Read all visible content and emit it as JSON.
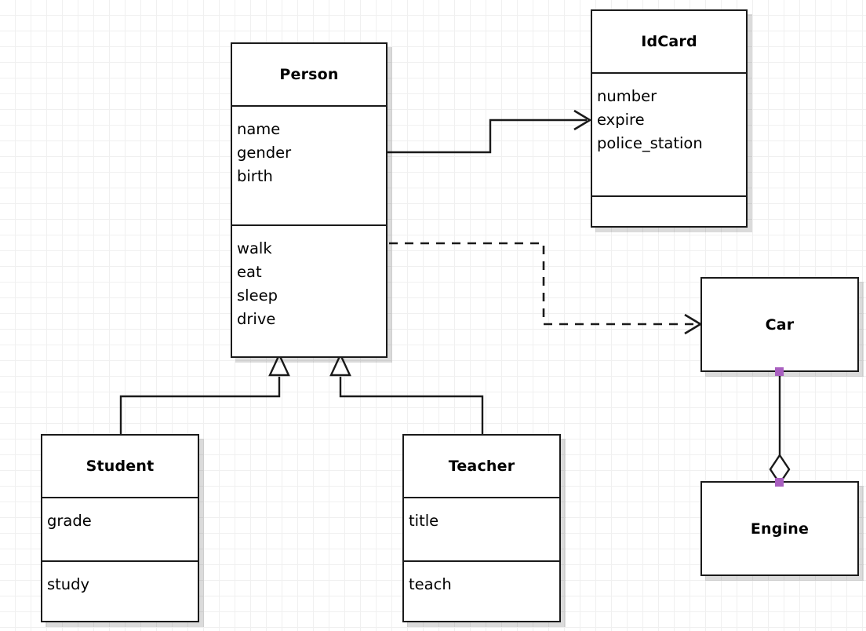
{
  "diagram": {
    "type": "uml-class-diagram",
    "background": "#ffffff",
    "grid_color": "#f0f0f0",
    "grid_size": 20,
    "line_color": "#1a1a1a",
    "handle_color": "#a95fc0"
  },
  "classes": [
    {
      "id": "person",
      "name": "Person",
      "attributes": [
        "name",
        "gender",
        "birth"
      ],
      "methods": [
        "walk",
        "eat",
        "sleep",
        "drive"
      ]
    },
    {
      "id": "idcard",
      "name": "IdCard",
      "attributes": [
        "number",
        "expire",
        "police_station"
      ],
      "methods": []
    },
    {
      "id": "student",
      "name": "Student",
      "attributes": [
        "grade"
      ],
      "methods": [
        "study"
      ]
    },
    {
      "id": "teacher",
      "name": "Teacher",
      "attributes": [
        "title"
      ],
      "methods": [
        "teach"
      ]
    },
    {
      "id": "car",
      "name": "Car",
      "attributes": [],
      "methods": []
    },
    {
      "id": "engine",
      "name": "Engine",
      "attributes": [],
      "methods": []
    }
  ],
  "relationships": [
    {
      "id": "person-idcard",
      "kind": "association",
      "from": "person",
      "to": "idcard",
      "style": "solid",
      "head": "open-arrow"
    },
    {
      "id": "person-car",
      "kind": "dependency",
      "from": "person",
      "to": "car",
      "style": "dashed",
      "head": "open-arrow"
    },
    {
      "id": "student-person",
      "kind": "generalization",
      "from": "student",
      "to": "person",
      "style": "solid",
      "head": "hollow-triangle"
    },
    {
      "id": "teacher-person",
      "kind": "generalization",
      "from": "teacher",
      "to": "person",
      "style": "solid",
      "head": "hollow-triangle"
    },
    {
      "id": "car-engine",
      "kind": "aggregation",
      "from": "car",
      "to": "engine",
      "style": "solid",
      "head": "hollow-diamond"
    }
  ]
}
